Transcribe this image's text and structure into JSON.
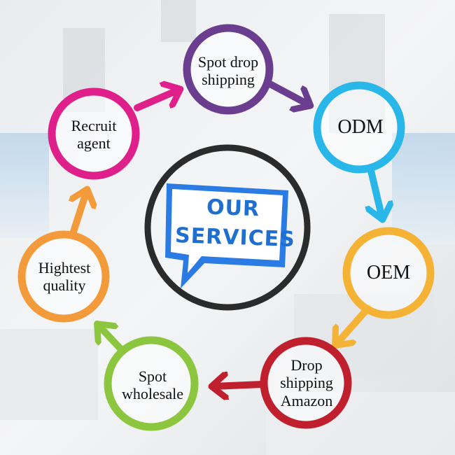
{
  "center": {
    "line1": "OUR",
    "line2": "SERVICES",
    "text_color": "#1f6fd1",
    "border_color": "#2a7be4"
  },
  "nodes": [
    {
      "label": "Spot drop\nshipping",
      "color": "#6a3d8f"
    },
    {
      "label": "ODM",
      "color": "#29b6e8"
    },
    {
      "label": "OEM",
      "color": "#f5b335"
    },
    {
      "label": "Drop\nshipping\nAmazon",
      "color": "#c0202e"
    },
    {
      "label": "Spot\nwholesale",
      "color": "#8cc63f"
    },
    {
      "label": "Hightest\nquality",
      "color": "#f39a3a"
    },
    {
      "label": "Recruit\nagent",
      "color": "#e0208a"
    }
  ],
  "hub_ring_color": "#2b2b2b"
}
